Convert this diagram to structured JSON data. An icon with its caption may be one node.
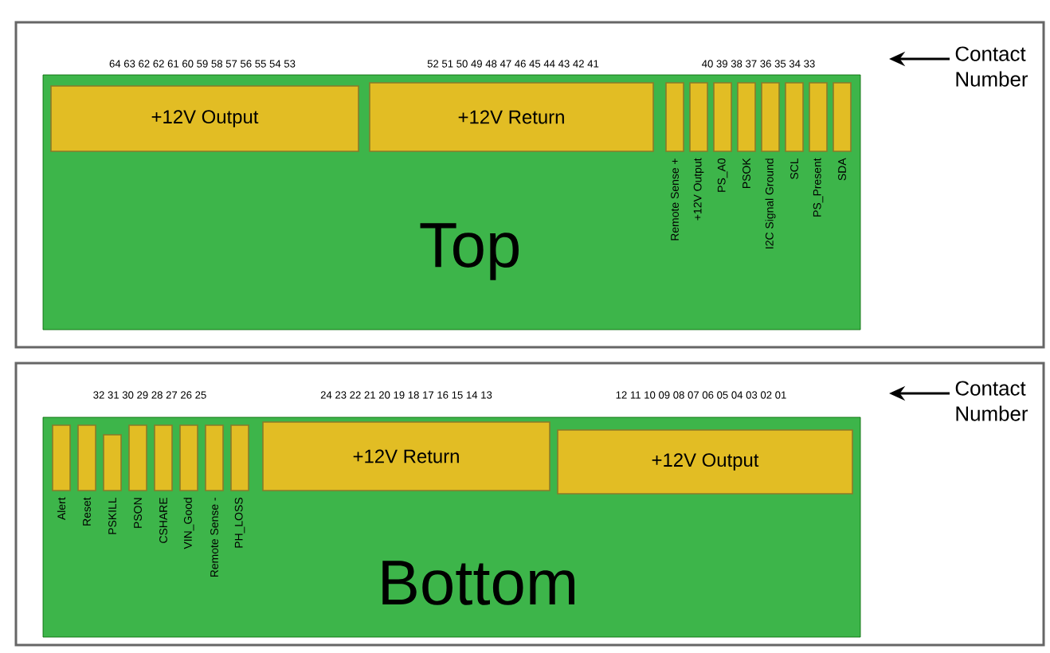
{
  "diagram": {
    "nodes": [
      {
        "text": [
          "Top"
        ]
      },
      {
        "text": [
          "+12V Output"
        ],
        "in": 0
      },
      {
        "text": [
          "+12V Return"
        ],
        "in": 0
      },
      {
        "text": [],
        "shape": "box",
        "in": 0,
        "beside": [
          "Remote Sense +"
        ]
      },
      {
        "text": [],
        "shape": "box",
        "in": 0,
        "beside": [
          "+12V Output"
        ]
      },
      {
        "text": [],
        "shape": "box",
        "in": 0,
        "beside": [
          "PS_A0"
        ]
      },
      {
        "text": [],
        "shape": "box",
        "in": 0,
        "beside": [
          "PSOK"
        ]
      },
      {
        "text": [],
        "shape": "box",
        "in": 0,
        "beside": [
          "I2C Signal Ground"
        ]
      },
      {
        "text": [],
        "shape": "box",
        "in": 0,
        "beside": [
          "SCL"
        ]
      },
      {
        "text": [],
        "shape": "box",
        "in": 0,
        "beside": [
          "PS_Present"
        ]
      },
      {
        "text": [],
        "shape": "box",
        "in": 0,
        "beside": [
          "SDA"
        ]
      },
      {
        "text": [
          "Contact Number"
        ]
      },
      {
        "text": [
          "Bottom"
        ]
      },
      {
        "text": [],
        "shape": "box",
        "in": 12,
        "beside": [
          "Alert"
        ]
      },
      {
        "text": [],
        "shape": "box",
        "in": 12,
        "beside": [
          "Reset"
        ]
      },
      {
        "text": [],
        "shape": "box",
        "in": 12,
        "beside": [
          "PSKILL"
        ]
      },
      {
        "text": [],
        "shape": "box",
        "in": 12,
        "beside": [
          "PSON"
        ]
      },
      {
        "text": [],
        "shape": "box",
        "in": 12,
        "beside": [
          "CSHARE"
        ]
      },
      {
        "text": [],
        "shape": "box",
        "in": 12,
        "beside": [
          "VIN_Good"
        ]
      },
      {
        "text": [],
        "shape": "box",
        "in": 12,
        "beside": [
          "Remote Sense -"
        ]
      },
      {
        "text": [],
        "shape": "box",
        "in": 12,
        "beside": [
          "PH_LOSS"
        ]
      },
      {
        "text": [
          "+12V Return"
        ],
        "in": 12
      },
      {
        "text": [
          "+12V Output"
        ],
        "in": 12
      },
      {
        "text": [
          "Contact Number"
        ]
      }
    ],
    "edges": [
      {
        "from": 11,
        "to": null,
        "arrow": "to"
      },
      {
        "from": 23,
        "to": null,
        "arrow": "to"
      }
    ],
    "labels": [
      "64 63 62 62 61 60 59 58 57 56 55 54 53",
      "52 51 50 49 48 47 46 45 44 43 42 41",
      "40 39 38 37 36 35 34 33",
      "32 31 30 29 28 27 26 25",
      "24 23 22 21 20 19 18 17 16 15 14 13",
      "12 11 10 09 08 07 06 05 04 03 02 01"
    ]
  }
}
